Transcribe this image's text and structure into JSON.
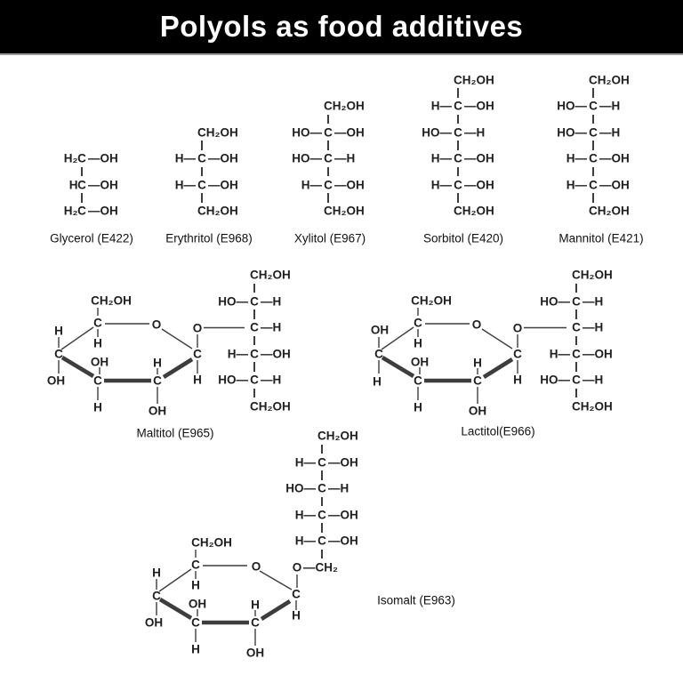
{
  "title": "Polyols as food additives",
  "colors": {
    "banner": "#000000",
    "banner_edge": "#9a9a9a",
    "text": "#1f1f1f",
    "line": "#3d3d3d",
    "background": "#ffffff"
  },
  "molecules": {
    "glycerol": {
      "caption": "Glycerol (E422)",
      "rows": [
        {
          "l": "H₂",
          "j": 1,
          "c": "C",
          "r": "—OH"
        },
        {
          "l": "H",
          "j": 1,
          "c": "C",
          "r": "—OH"
        },
        {
          "l": "H₂",
          "j": 1,
          "c": "C",
          "r": "—OH"
        }
      ]
    },
    "erythritol": {
      "caption": "Erythritol (E968)",
      "rows": [
        {
          "c": "CH₂OH",
          "t": 1
        },
        {
          "l": "H—",
          "c": "C",
          "r": "—OH"
        },
        {
          "l": "H—",
          "c": "C",
          "r": "—OH"
        },
        {
          "c": "CH₂OH",
          "t": 1
        }
      ]
    },
    "xylitol": {
      "caption": "Xylitol (E967)",
      "rows": [
        {
          "c": "CH₂OH",
          "t": 1
        },
        {
          "l": "HO—",
          "c": "C",
          "r": "—OH"
        },
        {
          "l": "HO—",
          "c": "C",
          "r": "—H"
        },
        {
          "l": "H—",
          "c": "C",
          "r": "—OH"
        },
        {
          "c": "CH₂OH",
          "t": 1
        }
      ]
    },
    "sorbitol": {
      "caption": "Sorbitol (E420)",
      "rows": [
        {
          "c": "CH₂OH",
          "t": 1
        },
        {
          "l": "H—",
          "c": "C",
          "r": "—OH"
        },
        {
          "l": "HO—",
          "c": "C",
          "r": "—H"
        },
        {
          "l": "H—",
          "c": "C",
          "r": "—OH"
        },
        {
          "l": "H—",
          "c": "C",
          "r": "—OH"
        },
        {
          "c": "CH₂OH",
          "t": 1
        }
      ]
    },
    "mannitol": {
      "caption": "Mannitol (E421)",
      "rows": [
        {
          "c": "CH₂OH",
          "t": 1
        },
        {
          "l": "HO—",
          "c": "C",
          "r": "—H"
        },
        {
          "l": "HO—",
          "c": "C",
          "r": "—H"
        },
        {
          "l": "H—",
          "c": "C",
          "r": "—OH"
        },
        {
          "l": "H—",
          "c": "C",
          "r": "—OH"
        },
        {
          "c": "CH₂OH",
          "t": 1
        }
      ]
    },
    "maltitol": {
      "caption": "Maltitol (E965)",
      "ring": {
        "top": "CH₂OH",
        "c_top": "C",
        "h_top": "H",
        "o_ring": "O",
        "o_glyc": "O",
        "c_ano": "C",
        "h_ano": "H",
        "c_left": "C",
        "left_up": "H",
        "left_dn": "OH",
        "c_bl": "C",
        "bl_up": "OH",
        "bl_dn": "H",
        "c_br": "C",
        "br_up": "H",
        "br_dn": "OH"
      },
      "chain_rows": [
        {
          "c": "CH₂OH",
          "t": 1
        },
        {
          "l": "HO—",
          "c": "C",
          "r": "—H"
        },
        {
          "c": "C",
          "r": "—H"
        },
        {
          "l": "H—",
          "c": "C",
          "r": "—OH"
        },
        {
          "l": "HO—",
          "c": "C",
          "r": "—H"
        },
        {
          "c": "CH₂OH",
          "t": 1
        }
      ]
    },
    "lactitol": {
      "caption": "Lactitol(E966)",
      "ring": {
        "top": "CH₂OH",
        "c_top": "C",
        "h_top": "H",
        "o_ring": "O",
        "o_glyc": "O",
        "c_ano": "C",
        "h_ano": "H",
        "c_left": "C",
        "left_up": "OH",
        "left_dn": "H",
        "c_bl": "C",
        "bl_up": "OH",
        "bl_dn": "H",
        "c_br": "C",
        "br_up": "H",
        "br_dn": "OH"
      },
      "chain_rows": [
        {
          "c": "CH₂OH",
          "t": 1
        },
        {
          "l": "HO—",
          "c": "C",
          "r": "—H"
        },
        {
          "c": "C",
          "r": "—H"
        },
        {
          "l": "H—",
          "c": "C",
          "r": "—OH"
        },
        {
          "l": "HO—",
          "c": "C",
          "r": "—H"
        },
        {
          "c": "CH₂OH",
          "t": 1
        }
      ]
    },
    "isomalt": {
      "caption": "Isomalt (E963)",
      "ring": {
        "top": "CH₂OH",
        "c_top": "C",
        "h_top": "H",
        "o_ring": "O",
        "c_ano": "C",
        "h_ano": "H",
        "c_left": "C",
        "left_up": "H",
        "left_dn": "OH",
        "c_bl": "C",
        "bl_up": "OH",
        "bl_dn": "H",
        "c_br": "C",
        "br_up": "H",
        "br_dn": "OH"
      },
      "chain_rows": [
        {
          "c": "CH₂OH",
          "t": 1
        },
        {
          "l": "H—",
          "c": "C",
          "r": "—OH"
        },
        {
          "l": "HO—",
          "c": "C",
          "r": "—H"
        },
        {
          "l": "H—",
          "c": "C",
          "r": "—OH"
        },
        {
          "l": "H—",
          "c": "C",
          "r": "—OH"
        },
        {
          "l": "O",
          "c": "—CH₂",
          "t": 1,
          "oc": 1
        }
      ]
    }
  }
}
